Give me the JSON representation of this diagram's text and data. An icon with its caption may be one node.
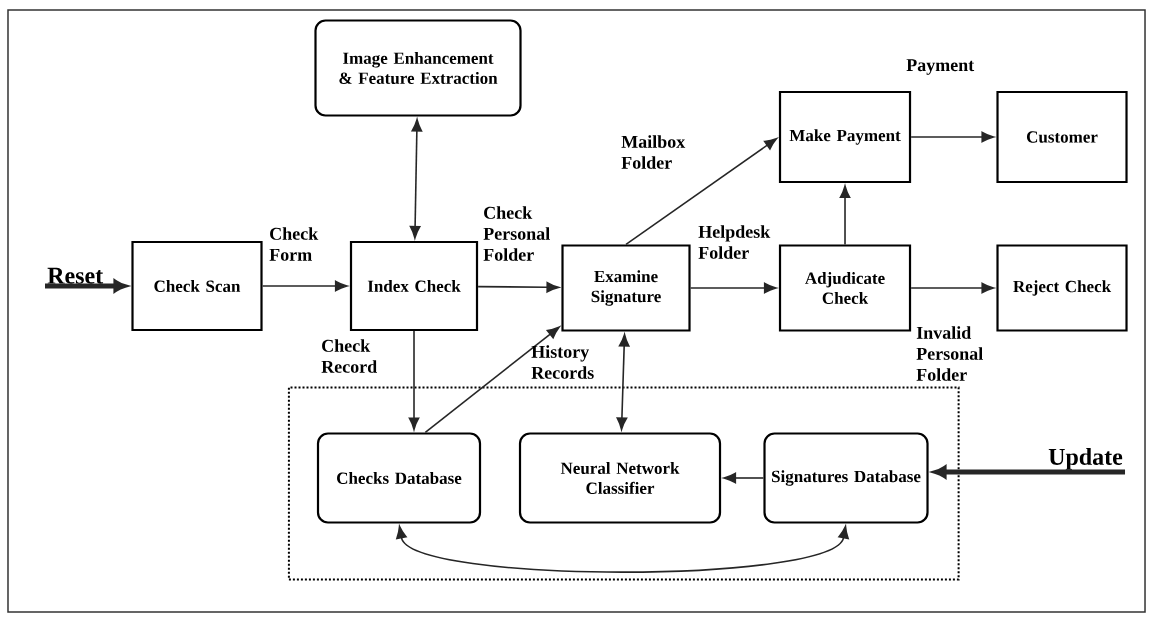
{
  "diagram": {
    "nodes": [
      {
        "text": [
          "Reset"
        ]
      },
      {
        "text": [
          "Check Scan"
        ]
      },
      {
        "text": [
          "Image Enhancement & Feature Extraction"
        ]
      },
      {
        "text": [
          "Index Check"
        ]
      },
      {
        "text": [
          "Examine Signature"
        ]
      },
      {
        "text": [
          "Make Payment"
        ]
      },
      {
        "text": [
          "Customer"
        ]
      },
      {
        "text": [
          "Adjudicate Check"
        ]
      },
      {
        "text": [
          "Reject Check"
        ]
      },
      {
        "text": [],
        "shape": "box"
      },
      {
        "text": [
          "Checks Database"
        ],
        "in": 9
      },
      {
        "text": [
          "Neural Network Classifier"
        ],
        "in": 9
      },
      {
        "text": [
          "Signatures Database"
        ],
        "in": 9
      },
      {
        "text": [
          "Update"
        ]
      }
    ],
    "edges": [
      {
        "from": 0,
        "to": 1,
        "arrow": "to",
        "style": "thick"
      },
      {
        "from": 1,
        "to": 3,
        "arrow": "to",
        "label": "Check Form"
      },
      {
        "from": 2,
        "to": 3,
        "arrow": "both"
      },
      {
        "from": 3,
        "to": 4,
        "arrow": "to",
        "label": "Check Personal Folder"
      },
      {
        "from": 3,
        "to": 10,
        "arrow": "to",
        "label": "Check Record"
      },
      {
        "from": 10,
        "to": 4,
        "arrow": "to",
        "label": "History Records"
      },
      {
        "from": 4,
        "to": 11,
        "arrow": "both"
      },
      {
        "from": 4,
        "to": 5,
        "arrow": "to",
        "label": "Mailbox Folder"
      },
      {
        "from": 4,
        "to": 7,
        "arrow": "to",
        "label": "Helpdesk Folder"
      },
      {
        "from": 7,
        "to": 5,
        "arrow": "to"
      },
      {
        "from": 5,
        "to": 6,
        "arrow": "to",
        "label": "Payment"
      },
      {
        "from": 7,
        "to": 8,
        "arrow": "to",
        "label": "Invalid Personal Folder"
      },
      {
        "from": 12,
        "to": 11,
        "arrow": "to"
      },
      {
        "from": 13,
        "to": 12,
        "arrow": "to",
        "style": "thick"
      },
      {
        "from": 12,
        "to": 10,
        "arrow": "both"
      }
    ]
  }
}
